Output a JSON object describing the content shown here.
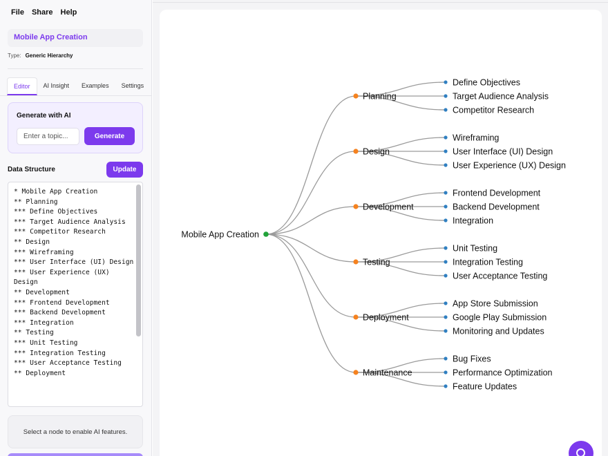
{
  "menu": {
    "file": "File",
    "share": "Share",
    "help": "Help"
  },
  "project": {
    "title": "Mobile App Creation",
    "type_label": "Type:",
    "type_value": "Generic Hierarchy"
  },
  "tabs": [
    {
      "label": "Editor",
      "active": true
    },
    {
      "label": "AI Insight",
      "active": false
    },
    {
      "label": "Examples",
      "active": false
    },
    {
      "label": "Settings",
      "active": false
    }
  ],
  "generate": {
    "title": "Generate with AI",
    "placeholder": "Enter a topic...",
    "button": "Generate"
  },
  "data_structure": {
    "label": "Data Structure",
    "update_button": "Update",
    "text": "* Mobile App Creation\n** Planning\n*** Define Objectives\n*** Target Audience Analysis\n*** Competitor Research\n** Design\n*** Wireframing\n*** User Interface (UI) Design\n*** User Experience (UX) Design\n** Development\n*** Frontend Development\n*** Backend Development\n*** Integration\n** Testing\n*** Unit Testing\n*** Integration Testing\n*** User Acceptance Testing\n** Deployment"
  },
  "ai_hint": "Select a node to enable AI features.",
  "colors": {
    "accent": "#7c3aed",
    "root_node": "#22a33a",
    "branch_node": "#f5821f",
    "leaf_node": "#2f7fc1",
    "link": "#9a9a9a"
  },
  "mindmap": {
    "root": "Mobile App Creation",
    "branches": [
      {
        "label": "Planning",
        "children": [
          "Define Objectives",
          "Target Audience Analysis",
          "Competitor Research"
        ]
      },
      {
        "label": "Design",
        "children": [
          "Wireframing",
          "User Interface (UI) Design",
          "User Experience (UX) Design"
        ]
      },
      {
        "label": "Development",
        "children": [
          "Frontend Development",
          "Backend Development",
          "Integration"
        ]
      },
      {
        "label": "Testing",
        "children": [
          "Unit Testing",
          "Integration Testing",
          "User Acceptance Testing"
        ]
      },
      {
        "label": "Deployment",
        "children": [
          "App Store Submission",
          "Google Play Submission",
          "Monitoring and Updates"
        ]
      },
      {
        "label": "Maintenance",
        "children": [
          "Bug Fixes",
          "Performance Optimization",
          "Feature Updates"
        ]
      }
    ]
  },
  "chat_button_icon": "search-icon"
}
